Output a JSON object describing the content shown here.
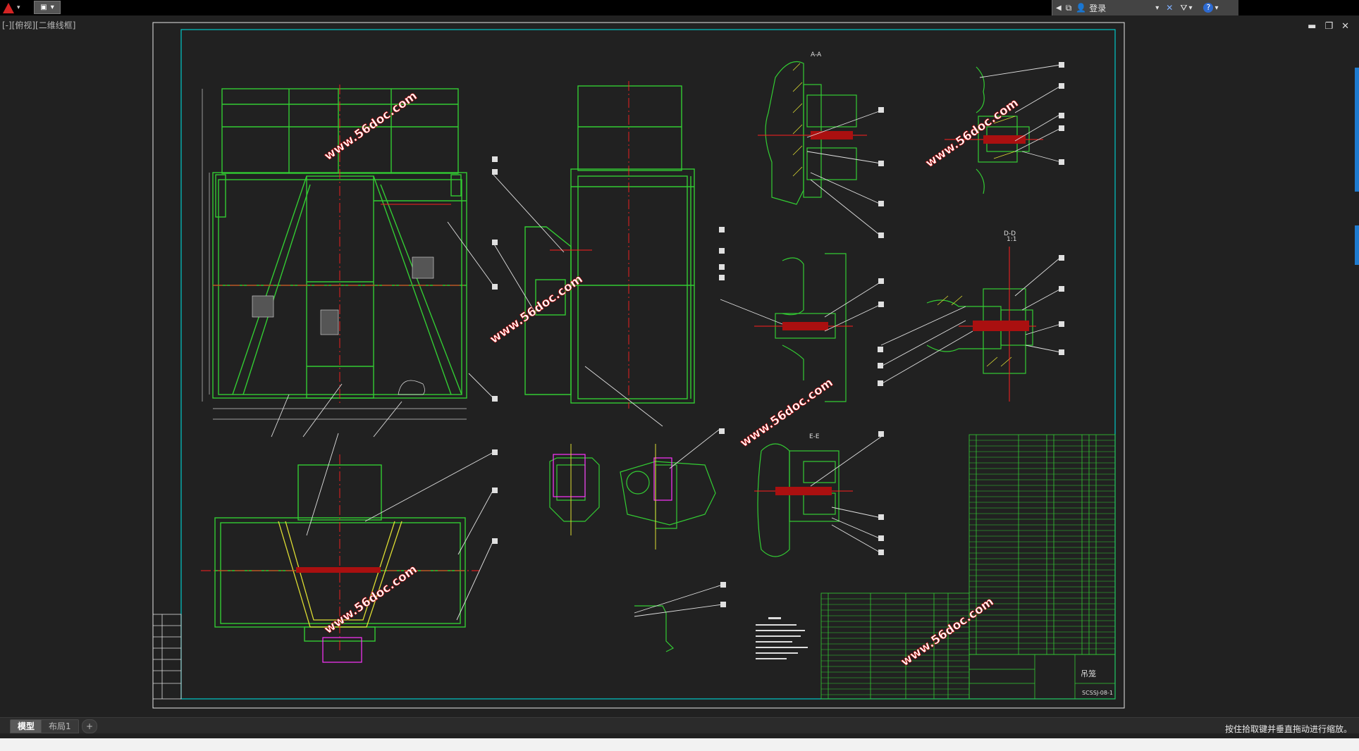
{
  "app": {
    "logo_icon": "autocad-a-icon",
    "viewport_label": "[-][俯视][二维线框]",
    "login_label": "登录",
    "colors": {
      "background": "#212121",
      "frame": "#00c8c8",
      "outline": "#33cc33",
      "centerline": "#ff2020",
      "section": "#dddd33",
      "callout": "#e0e0e0",
      "magenta": "#ff33ff"
    }
  },
  "watermark": "www.56doc.com",
  "drawing": {
    "section_labels": [
      "A-A",
      "D-D",
      "1:1",
      "E-E"
    ],
    "title_block": {
      "name": "吊笼",
      "drawing_no": "SCSSJ-08-1"
    }
  },
  "tabs": {
    "model": "模型",
    "layout1": "布局1",
    "add": "+"
  },
  "status": {
    "message": "按住拾取键并垂直拖动进行缩放。"
  }
}
